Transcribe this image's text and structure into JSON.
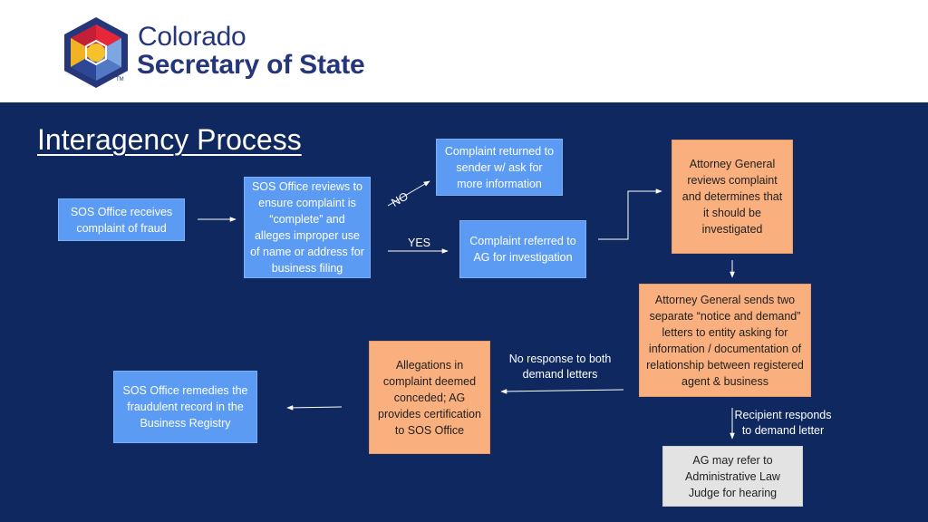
{
  "header": {
    "brand_line1": "Colorado",
    "brand_line2": "Secretary of State",
    "trademark": "TM",
    "logo_icon": "colorado-flag-hexagon-logo",
    "colors": {
      "brand_navy": "#26367a",
      "slide_bg": "#0f2860",
      "box_blue": "#5b9bf3",
      "box_orange": "#f9b07e",
      "box_grey": "#e3e3e3"
    }
  },
  "slide": {
    "title": "Interagency Process",
    "boxes": {
      "receives": "SOS Office receives complaint of fraud",
      "reviews": "SOS Office reviews to ensure complaint is “complete” and alleges improper use of name or address for business filing",
      "returned": "Complaint returned to sender w/ ask for more information",
      "referred": "Complaint referred to AG for investigation",
      "ag_reviews": "Attorney General reviews complaint and determines that it should be investigated",
      "ag_sends": "Attorney General sends two separate “notice and demand” letters to entity asking for information / documentation of relationship between registered agent & business",
      "allegations": "Allegations in complaint deemed conceded; AG provides certification to SOS Office",
      "remedies": "SOS Office remedies the fraudulent record in the Business Registry",
      "alj": "AG may refer to Administrative Law Judge for hearing"
    },
    "labels": {
      "no": "NO",
      "yes": "YES",
      "no_response": "No response to both demand letters",
      "recipient_responds": "Recipient responds to demand letter"
    }
  }
}
